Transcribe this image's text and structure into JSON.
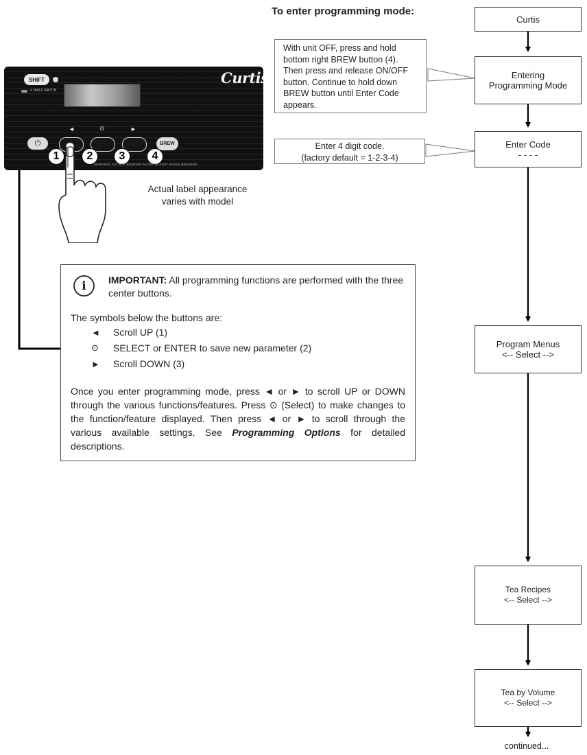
{
  "header": {
    "title": "To enter programming mode:"
  },
  "flow": {
    "curtis": "Curtis",
    "entering": [
      "Entering",
      "Programming Mode"
    ],
    "enter_code": [
      "Enter Code",
      "- - - -"
    ],
    "program_menus": [
      "Program Menus",
      "<-- Select -->"
    ],
    "tea_recipes": [
      "Tea Recipes",
      "<-- Select -->"
    ],
    "tea_by_volume": [
      "Tea by Volume",
      "<-- Select -->"
    ],
    "continued": "continued..."
  },
  "callouts": {
    "entering_instructions": [
      "With unit OFF, press and hold",
      "bottom right BREW button (4).",
      "Then press and release ON/OFF",
      "button. Continue to hold down",
      "BREW button until Enter Code",
      "appears."
    ],
    "code_instructions": [
      "Enter 4 digit code.",
      "(factory default = 1-2-3-4)"
    ]
  },
  "panel": {
    "shift_label": "SHIFT",
    "half_batch_label": "= HALF BATCH",
    "brand": "Curtis",
    "brew_label": "BREW",
    "button_numbers": [
      "1",
      "2",
      "3",
      "4"
    ],
    "warning": "WARNING: DO NOT REMOVE FILTER BASKET WHILE BREWING.",
    "scroll_left_symbol": "◄",
    "select_symbol": "⊙",
    "scroll_right_symbol": "►",
    "power_symbol": "⏻"
  },
  "caption": [
    "Actual label appearance",
    "varies with model"
  ],
  "important": {
    "heading": "IMPORTANT:",
    "text": "All programming functions are performed with the three center buttons.",
    "symbols_intro": "The symbols below the buttons are:",
    "symbols": [
      {
        "glyph": "◄",
        "label": "Scroll UP (1)"
      },
      {
        "glyph": "⊙",
        "label": "SELECT or ENTER to save new parameter (2)"
      },
      {
        "glyph": "►",
        "label": "Scroll DOWN (3)"
      }
    ],
    "para_a": "Once you enter programming mode, press ◄ or ► to scroll UP or DOWN through the various functions/features. Press ⊙ (Select) to make changes to the function/feature displayed. Then press ◄ or ►  to scroll through the various available settings. See ",
    "para_emph": "Programming Options",
    "para_b": " for detailed descriptions."
  },
  "icons": {
    "info": "info-icon",
    "hand": "pointing-hand-icon"
  },
  "colors": {
    "panel_bg": "#141414",
    "line": "#000000",
    "callout_border": "#777777"
  }
}
